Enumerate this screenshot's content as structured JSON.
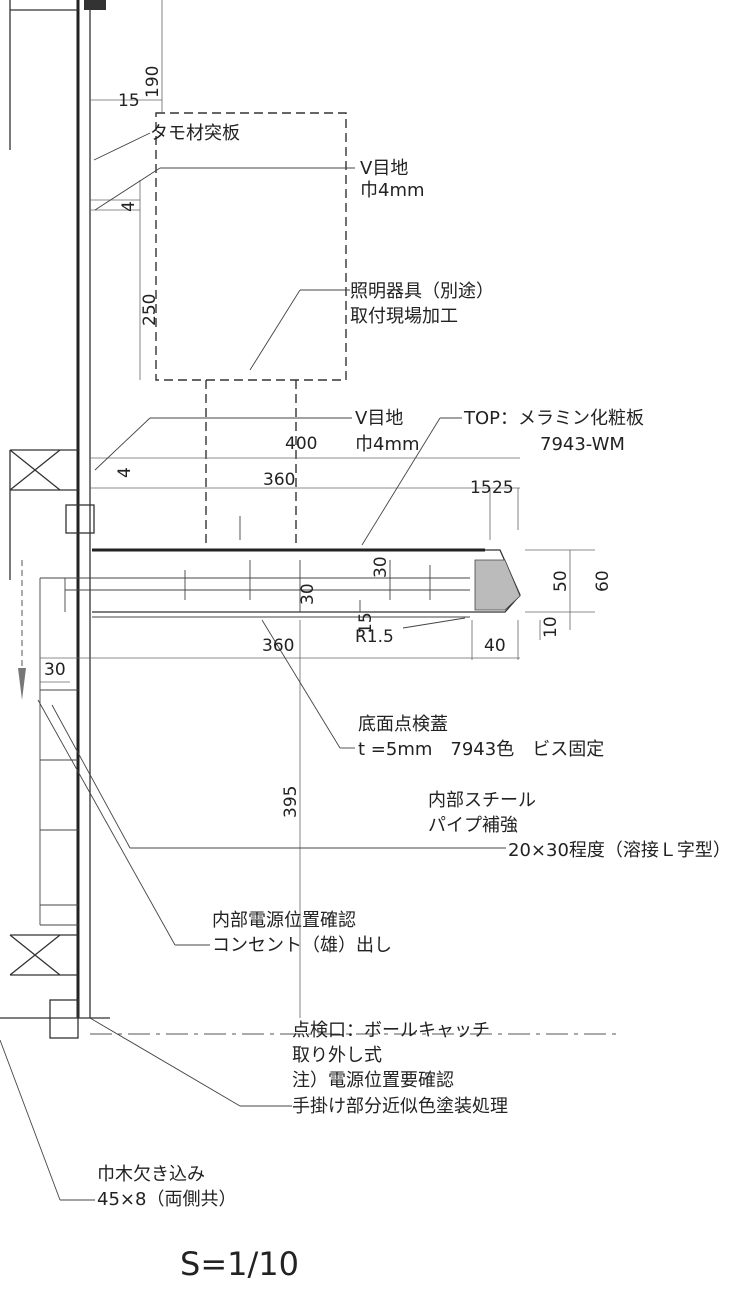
{
  "annotations": {
    "veneer": "タモ材突板",
    "v_joint_top": "V目地",
    "v_joint_top_width": "巾4mm",
    "light_fixture_1": "照明器具（別途）",
    "light_fixture_2": "取付現場加工",
    "v_joint_mid": "V目地",
    "v_joint_mid_width": "巾4mm",
    "top_material_1": "TOP：メラミン化粧板",
    "top_material_2": "7943-WM",
    "bottom_cover_1": "底面点検蓋",
    "bottom_cover_2": "t =5mm　7943色　ビス固定",
    "steel_pipe_1": "内部スチール",
    "steel_pipe_2": "パイプ補強",
    "steel_pipe_3": "20×30程度（溶接Ｌ字型）",
    "power_check_1": "内部電源位置確認",
    "power_check_2": "コンセント（雄）出し",
    "inspection_1": "点検口：ボールキャッチ",
    "inspection_2": "取り外し式",
    "inspection_3": "注）電源位置要確認",
    "inspection_4": "手掛け部分近似色塗装処理",
    "baseboard_1": "巾木欠き込み",
    "baseboard_2": "45×8（両側共）"
  },
  "dimensions": {
    "d190": "190",
    "d15_top": "15",
    "d4_top": "4",
    "d250": "250",
    "d400": "400",
    "d4_mid": "4",
    "d360_top": "360",
    "d15_right": "15",
    "d25": "25",
    "d30_top": "30",
    "d30_mid": "30",
    "d50": "50",
    "d60": "60",
    "d10": "10",
    "d360_bottom": "360",
    "d15_bottom": "15",
    "radius": "R1.5",
    "d40": "40",
    "d30_left": "30",
    "d395": "395"
  },
  "scale": "S=1/10"
}
